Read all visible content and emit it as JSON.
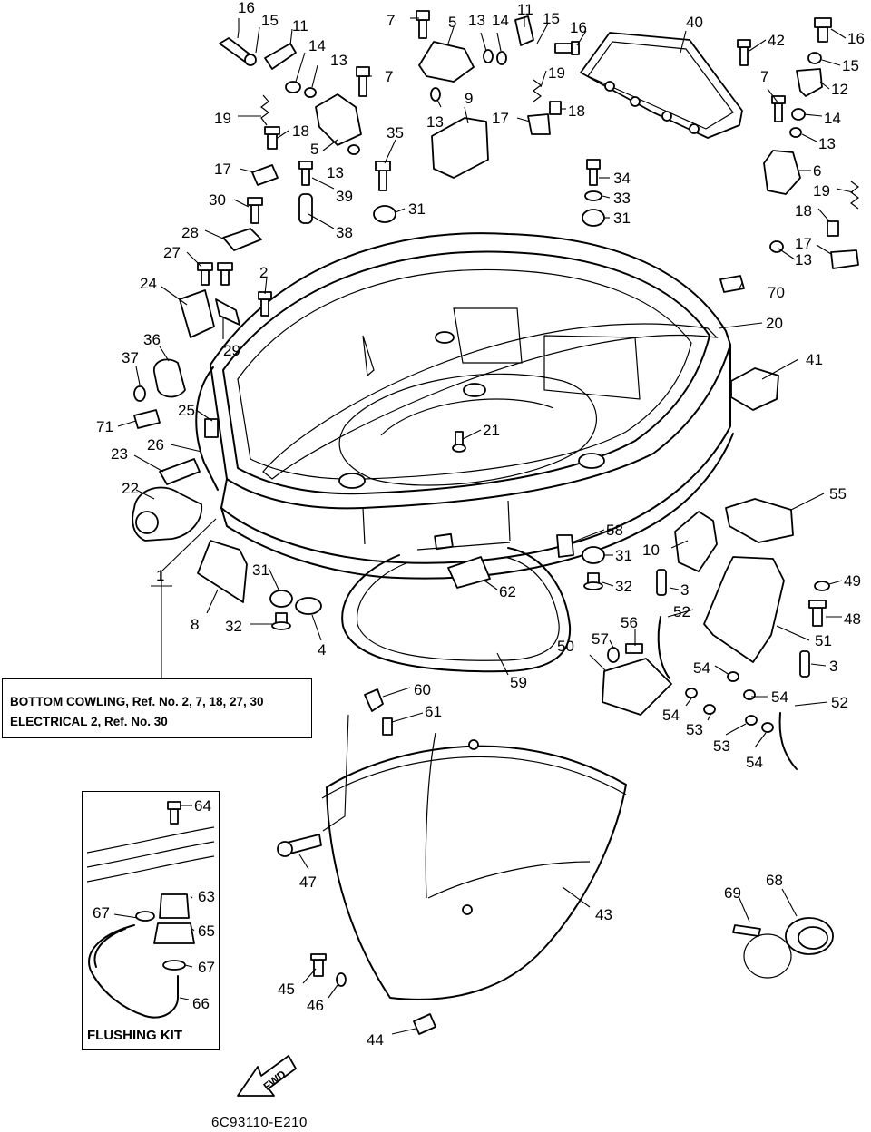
{
  "diagram": {
    "callouts": [
      {
        "id": "c16a",
        "text": "16"
      },
      {
        "id": "c15a",
        "text": "15"
      },
      {
        "id": "c11a",
        "text": "11"
      },
      {
        "id": "c14a",
        "text": "14"
      },
      {
        "id": "c13a",
        "text": "13"
      },
      {
        "id": "c7a",
        "text": "7"
      },
      {
        "id": "c19a",
        "text": "19"
      },
      {
        "id": "c18a",
        "text": "18"
      },
      {
        "id": "c5a",
        "text": "5"
      },
      {
        "id": "c13b",
        "text": "13"
      },
      {
        "id": "c17a",
        "text": "17"
      },
      {
        "id": "c39",
        "text": "39"
      },
      {
        "id": "c35",
        "text": "35"
      },
      {
        "id": "c31a",
        "text": "31"
      },
      {
        "id": "c30",
        "text": "30"
      },
      {
        "id": "c38",
        "text": "38"
      },
      {
        "id": "c28",
        "text": "28"
      },
      {
        "id": "c27",
        "text": "27"
      },
      {
        "id": "c2",
        "text": "2"
      },
      {
        "id": "c24",
        "text": "24"
      },
      {
        "id": "c29",
        "text": "29"
      },
      {
        "id": "c36",
        "text": "36"
      },
      {
        "id": "c37",
        "text": "37"
      },
      {
        "id": "c25",
        "text": "25"
      },
      {
        "id": "c71",
        "text": "71"
      },
      {
        "id": "c26",
        "text": "26"
      },
      {
        "id": "c23",
        "text": "23"
      },
      {
        "id": "c22",
        "text": "22"
      },
      {
        "id": "c1",
        "text": "1"
      },
      {
        "id": "c7b",
        "text": "7"
      },
      {
        "id": "c5b",
        "text": "5"
      },
      {
        "id": "c13c",
        "text": "13"
      },
      {
        "id": "c14b",
        "text": "14"
      },
      {
        "id": "c11b",
        "text": "11"
      },
      {
        "id": "c15b",
        "text": "15"
      },
      {
        "id": "c16b",
        "text": "16"
      },
      {
        "id": "c9",
        "text": "9"
      },
      {
        "id": "c13d",
        "text": "13"
      },
      {
        "id": "c19b",
        "text": "19"
      },
      {
        "id": "c17b",
        "text": "17"
      },
      {
        "id": "c18b",
        "text": "18"
      },
      {
        "id": "c40",
        "text": "40"
      },
      {
        "id": "c42",
        "text": "42"
      },
      {
        "id": "c16c",
        "text": "16"
      },
      {
        "id": "c15c",
        "text": "15"
      },
      {
        "id": "c12",
        "text": "12"
      },
      {
        "id": "c7c",
        "text": "7"
      },
      {
        "id": "c14c",
        "text": "14"
      },
      {
        "id": "c13e",
        "text": "13"
      },
      {
        "id": "c6",
        "text": "6"
      },
      {
        "id": "c19c",
        "text": "19"
      },
      {
        "id": "c34",
        "text": "34"
      },
      {
        "id": "c33",
        "text": "33"
      },
      {
        "id": "c31b",
        "text": "31"
      },
      {
        "id": "c18c",
        "text": "18"
      },
      {
        "id": "c17c",
        "text": "17"
      },
      {
        "id": "c13f",
        "text": "13"
      },
      {
        "id": "c70",
        "text": "70"
      },
      {
        "id": "c20",
        "text": "20"
      },
      {
        "id": "c41",
        "text": "41"
      },
      {
        "id": "c21",
        "text": "21"
      },
      {
        "id": "c55",
        "text": "55"
      },
      {
        "id": "c58",
        "text": "58"
      },
      {
        "id": "c31c",
        "text": "31"
      },
      {
        "id": "c10",
        "text": "10"
      },
      {
        "id": "c31d",
        "text": "31"
      },
      {
        "id": "c32a",
        "text": "32"
      },
      {
        "id": "c62",
        "text": "62"
      },
      {
        "id": "c49",
        "text": "49"
      },
      {
        "id": "c3a",
        "text": "3"
      },
      {
        "id": "c8",
        "text": "8"
      },
      {
        "id": "c32b",
        "text": "32"
      },
      {
        "id": "c4",
        "text": "4"
      },
      {
        "id": "c52a",
        "text": "52"
      },
      {
        "id": "c56",
        "text": "56"
      },
      {
        "id": "c57",
        "text": "57"
      },
      {
        "id": "c48",
        "text": "48"
      },
      {
        "id": "c50",
        "text": "50"
      },
      {
        "id": "c51",
        "text": "51"
      },
      {
        "id": "c54a",
        "text": "54"
      },
      {
        "id": "c3b",
        "text": "3"
      },
      {
        "id": "c59",
        "text": "59"
      },
      {
        "id": "c60",
        "text": "60"
      },
      {
        "id": "c54b",
        "text": "54"
      },
      {
        "id": "c54c",
        "text": "54"
      },
      {
        "id": "c52b",
        "text": "52"
      },
      {
        "id": "c53a",
        "text": "53"
      },
      {
        "id": "c61",
        "text": "61"
      },
      {
        "id": "c53b",
        "text": "53"
      },
      {
        "id": "c54d",
        "text": "54"
      },
      {
        "id": "c64",
        "text": "64"
      },
      {
        "id": "c47",
        "text": "47"
      },
      {
        "id": "c43",
        "text": "43"
      },
      {
        "id": "c63",
        "text": "63"
      },
      {
        "id": "c67a",
        "text": "67"
      },
      {
        "id": "c65",
        "text": "65"
      },
      {
        "id": "c67b",
        "text": "67"
      },
      {
        "id": "c66",
        "text": "66"
      },
      {
        "id": "c68",
        "text": "68"
      },
      {
        "id": "c69",
        "text": "69"
      },
      {
        "id": "c45",
        "text": "45"
      },
      {
        "id": "c46",
        "text": "46"
      },
      {
        "id": "c44",
        "text": "44"
      }
    ],
    "reference_box": {
      "line1": "BOTTOM COWLING, Ref. No. 2, 7, 18, 27, 30",
      "line2": "ELECTRICAL 2, Ref. No. 30"
    },
    "flushing_kit_label": "FLUSHING KIT",
    "fwd_label": "FWD",
    "drawing_code": "6C93110-E210"
  }
}
